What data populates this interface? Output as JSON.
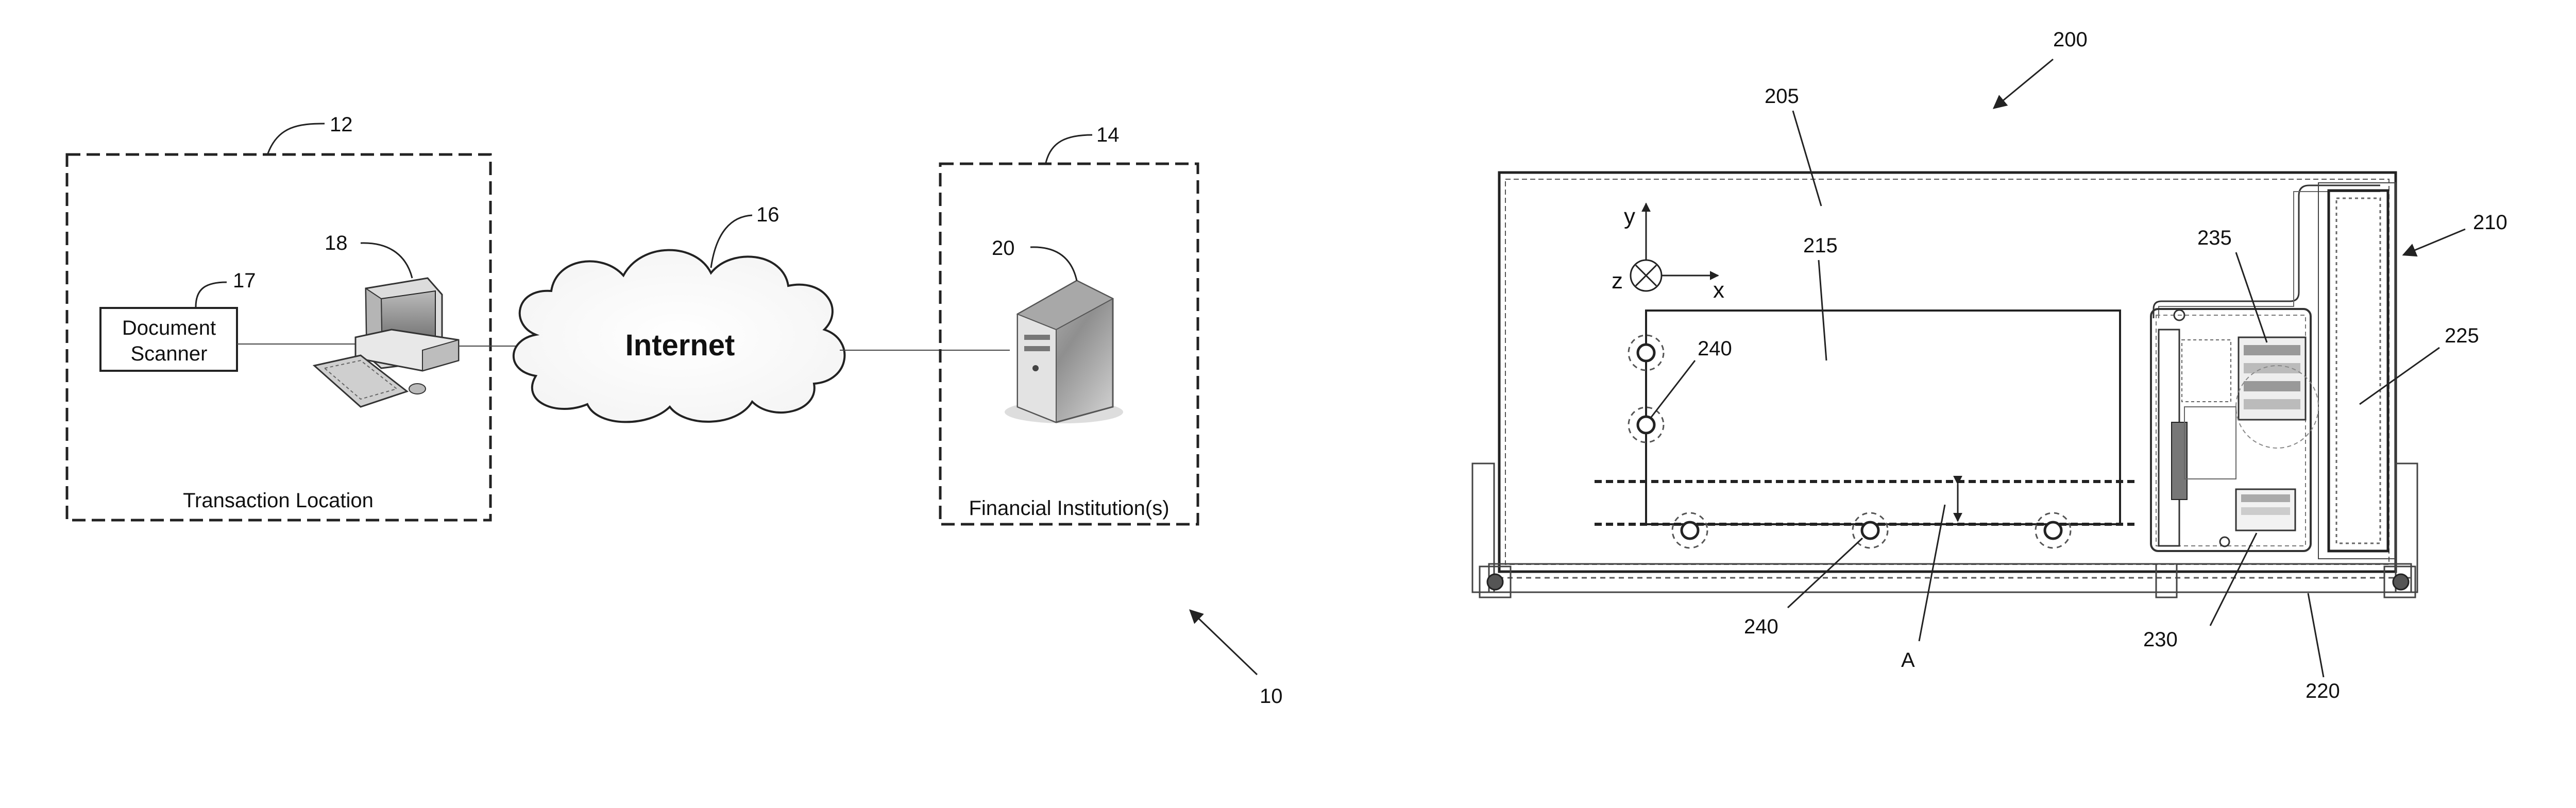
{
  "figure_left": {
    "system_ref": "10",
    "transaction_location": {
      "ref": "12",
      "label": "Transaction Location"
    },
    "financial_institution": {
      "ref": "14",
      "label": "Financial Institution(s)"
    },
    "internet": {
      "ref": "16",
      "label": "Internet"
    },
    "document_scanner": {
      "ref": "17",
      "line1": "Document",
      "line2": "Scanner"
    },
    "computer": {
      "ref": "18"
    },
    "server": {
      "ref": "20"
    }
  },
  "figure_right": {
    "apparatus_ref": "200",
    "refs": {
      "r205": "205",
      "r210": "210",
      "r215": "215",
      "r220": "220",
      "r225": "225",
      "r230": "230",
      "r235": "235",
      "r240_top": "240",
      "r240_bottom": "240",
      "rA": "A"
    },
    "axes": {
      "x": "x",
      "y": "y",
      "z": "z"
    }
  }
}
